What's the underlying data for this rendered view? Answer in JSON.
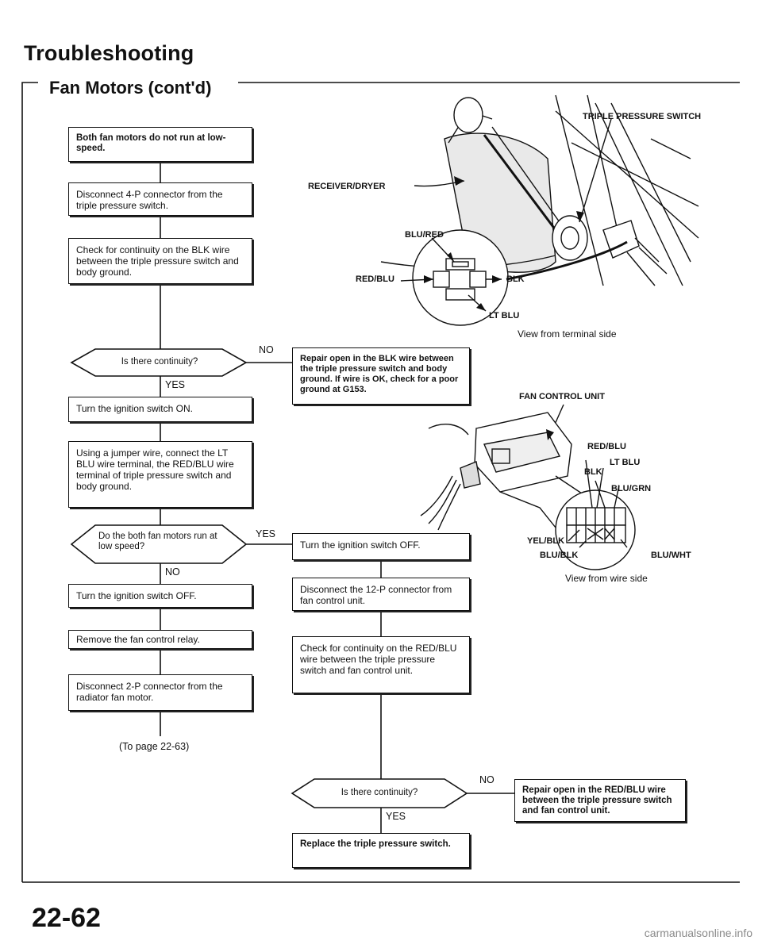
{
  "header": {
    "title": "Troubleshooting",
    "subtitle": "Fan Motors (cont'd)"
  },
  "flow": {
    "box1": "Both fan motors do not run at low-speed.",
    "box2": "Disconnect 4-P connector from the triple pressure switch.",
    "box3": "Check for continuity on the BLK wire between the triple pressure switch and body ground.",
    "q1": "Is there continuity?",
    "q1_no": "NO",
    "q1_yes": "YES",
    "repair1": "Repair open in the BLK wire between the triple pressure switch and body ground. If wire is OK, check for a poor ground at G153.",
    "box4": "Turn the ignition switch ON.",
    "box5": "Using a jumper wire, connect the LT BLU wire terminal, the RED/BLU wire terminal of triple pressure switch and body ground.",
    "q2": "Do the both fan motors run at low speed?",
    "q2_yes": "YES",
    "q2_no": "NO",
    "box6": "Turn the ignition switch OFF.",
    "box7": "Remove the fan control relay.",
    "box8": "Disconnect 2-P connector from the radiator fan motor.",
    "to_page": "(To page 22-63)",
    "r_box1": "Turn the ignition switch OFF.",
    "r_box2": "Disconnect the 12-P connector from fan control unit.",
    "r_box3": "Check for continuity on the RED/BLU wire between the triple pressure switch and fan control unit.",
    "q3": "Is there continuity?",
    "q3_no": "NO",
    "q3_yes": "YES",
    "repair2": "Repair open in the RED/BLU wire between the triple pressure switch and fan control unit.",
    "replace": "Replace the triple pressure switch."
  },
  "diagram_top": {
    "label_switch": "TRIPLE PRESSURE SWITCH",
    "label_receiver": "RECEIVER/DRYER",
    "label_blured": "BLU/RED",
    "label_redblu": "RED/BLU",
    "label_blk": "BLK",
    "label_ltblu": "LT BLU",
    "caption": "View from terminal side"
  },
  "diagram_bottom": {
    "label_unit": "FAN CONTROL UNIT",
    "label_redblu": "RED/BLU",
    "label_ltblu": "LT BLU",
    "label_blk": "BLK",
    "label_blugrn": "BLU/GRN",
    "label_yelblk": "YEL/BLK",
    "label_blublk": "BLU/BLK",
    "label_bluwht": "BLU/WHT",
    "caption": "View from wire side"
  },
  "page_number": "22-62",
  "footer": "carmanualsonline.info"
}
